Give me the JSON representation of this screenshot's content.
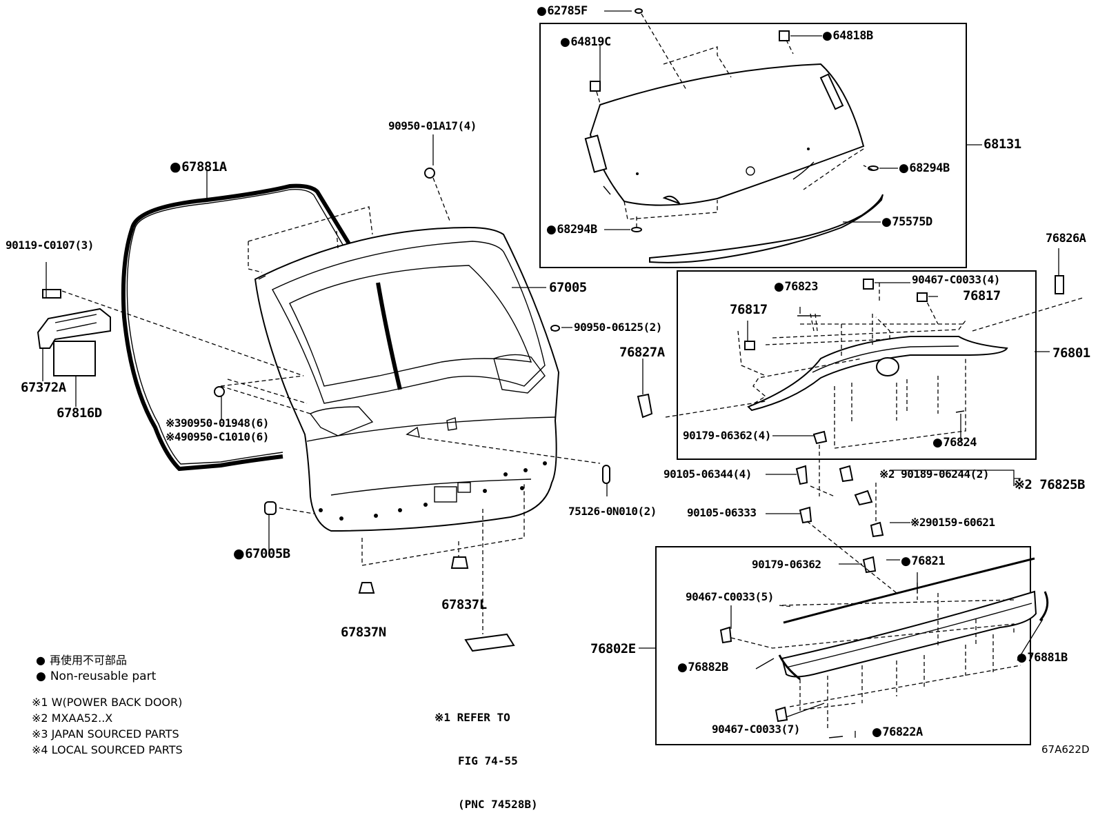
{
  "diagram_code": "67A622D",
  "legend": {
    "jp_note": "再使用不可部品",
    "non_reusable": "Non-reusable part",
    "notes": [
      "※1 W(POWER BACK DOOR)",
      "※2 MXAA52..X",
      "※3 JAPAN SOURCED PARTS",
      "※4 LOCAL SOURCED PARTS"
    ]
  },
  "reference": {
    "line1": "※1 REFER TO",
    "line2": "FIG 74-55",
    "line3": "(PNC 74528B)"
  },
  "parts": {
    "p62785F": "62785F",
    "p64819C": "64819C",
    "p64818B": "64818B",
    "p68131": "68131",
    "p68294B_r": "68294B",
    "p68294B_l": "68294B",
    "p75575D": "75575D",
    "p76826A": "76826A",
    "p90950_01A17": "90950-01A17(4)",
    "p67881A": "67881A",
    "p67005": "67005",
    "p90950_06125": "90950-06125(2)",
    "p90119": "90119-C0107(3)",
    "p67372A": "67372A",
    "p67816D": "67816D",
    "p90950_01948": "※390950-01948(6)",
    "p90950_C1010": "※490950-C1010(6)",
    "p67005B": "67005B",
    "p75126": "75126-0N010(2)",
    "p67837N": "67837N",
    "p67837L": "67837L",
    "p76823": "76823",
    "p90467_4": "90467-C0033(4)",
    "p76817_r": "76817",
    "p76817_l": "76817",
    "p76827A": "76827A",
    "p76801": "76801",
    "p90179_4": "90179-06362(4)",
    "p76824": "76824",
    "p90105_4": "90105-06344(4)",
    "p90189": "※2 90189-06244(2)",
    "p76825B": "※2 76825B",
    "p90159": "※290159-60621",
    "p90105_06333": "90105-06333",
    "p90179": "90179-06362",
    "p76821": "76821",
    "p90467_5": "90467-C0033(5)",
    "p76802E": "76802E",
    "p76882B": "76882B",
    "p76881B": "76881B",
    "p90467_7": "90467-C0033(7)",
    "p76822A": "76822A"
  }
}
